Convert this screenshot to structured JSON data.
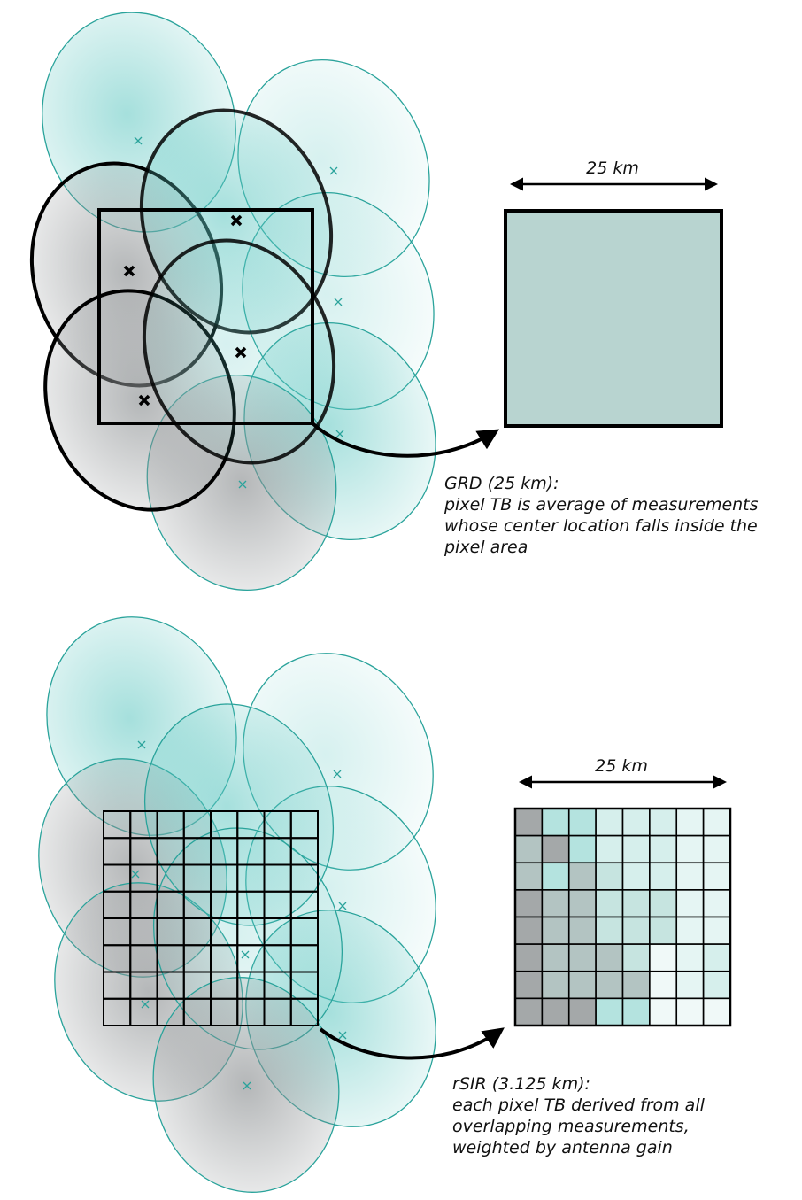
{
  "colors": {
    "teal": "#5cc6c0",
    "teal_stroke": "#2aa39b",
    "gray": "#8c9092",
    "grd_pixel_fill": "#b8d4d0",
    "outline": "#000000"
  },
  "grd": {
    "scale_label": "25 km",
    "caption_lines": [
      "GRD (25 km):",
      "pixel TB is average of measurements",
      "whose center location falls inside the",
      "pixel area"
    ]
  },
  "rsir": {
    "scale_label": "25 km",
    "caption_lines": [
      "rSIR (3.125 km):",
      "each pixel TB derived from all",
      "overlapping measurements,",
      "weighted by antenna gain"
    ],
    "grid_rows": 8,
    "grid_cols": 8,
    "grid_colors": [
      [
        "#a4a8a9",
        "#b4e3df",
        "#b4e3df",
        "#d6efec",
        "#d6efec",
        "#d6efec",
        "#e5f5f3",
        "#e5f5f3"
      ],
      [
        "#b3c4c2",
        "#a4a8a9",
        "#b4e3df",
        "#d6efec",
        "#d6efec",
        "#d6efec",
        "#e5f5f3",
        "#e5f5f3"
      ],
      [
        "#b3c4c2",
        "#b4e3df",
        "#b3c4c2",
        "#c6e4e0",
        "#d6efec",
        "#d6efec",
        "#e5f5f3",
        "#e5f5f3"
      ],
      [
        "#a4a8a9",
        "#b3c4c2",
        "#b3c4c2",
        "#c6e4e0",
        "#c6e4e0",
        "#c6e4e0",
        "#e5f5f3",
        "#e5f5f3"
      ],
      [
        "#a4a8a9",
        "#b3c4c2",
        "#b3c4c2",
        "#c6e4e0",
        "#c6e4e0",
        "#c6e4e0",
        "#e5f5f3",
        "#e5f5f3"
      ],
      [
        "#a4a8a9",
        "#b3c4c2",
        "#b3c4c2",
        "#b3c4c2",
        "#c6e4e0",
        "#f0f9f8",
        "#e5f5f3",
        "#d6efec"
      ],
      [
        "#a4a8a9",
        "#b3c4c2",
        "#b3c4c2",
        "#b3c4c2",
        "#b3c4c2",
        "#f0f9f8",
        "#e5f5f3",
        "#d6efec"
      ],
      [
        "#a4a8a9",
        "#a4a8a9",
        "#a4a8a9",
        "#b4e3df",
        "#b4e3df",
        "#f0f9f8",
        "#f0f9f8",
        "#f0f9f8"
      ]
    ]
  }
}
